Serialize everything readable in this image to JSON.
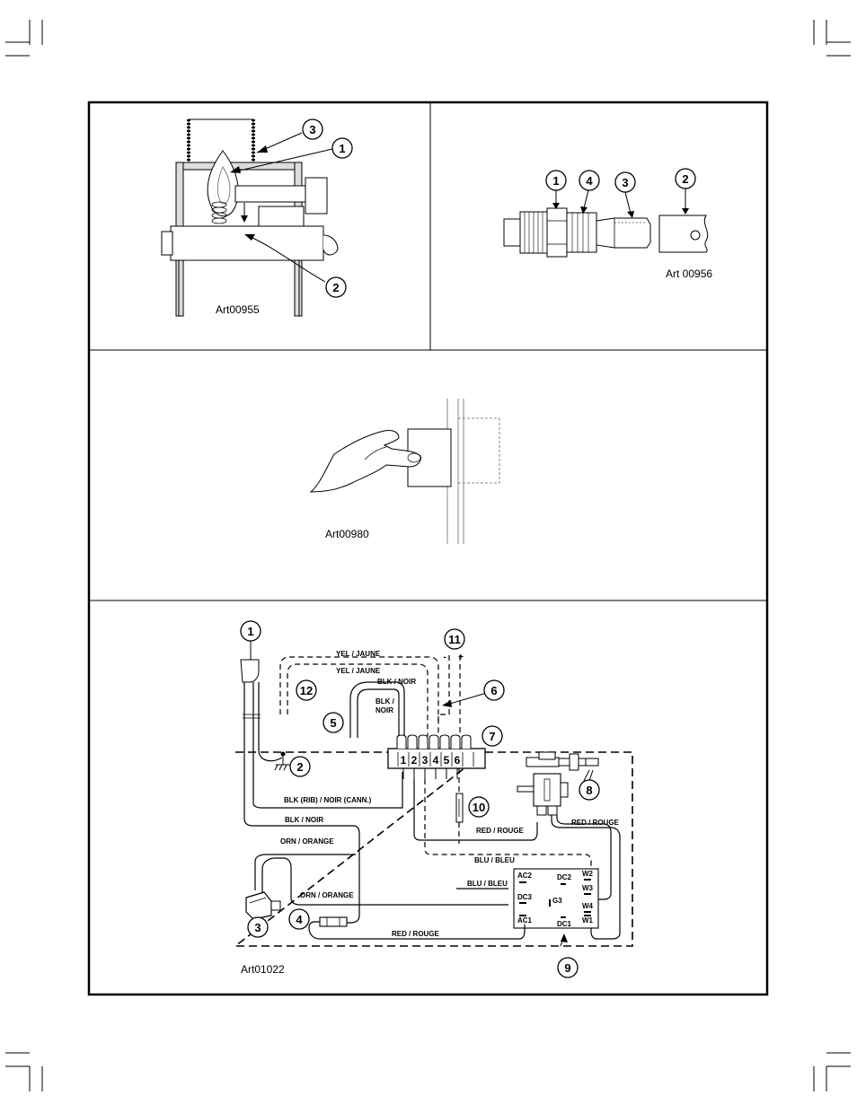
{
  "panels": {
    "burner": {
      "art_code": "Art00955",
      "callouts": [
        "1",
        "2",
        "3"
      ]
    },
    "fitting": {
      "art_code": "Art 00956",
      "callouts": [
        "1",
        "4",
        "3",
        "2"
      ]
    },
    "hand": {
      "art_code": "Art00980"
    },
    "wiring": {
      "art_code": "Art01022",
      "callouts": [
        "1",
        "2",
        "3",
        "4",
        "5",
        "6",
        "7",
        "8",
        "9",
        "10",
        "11",
        "12"
      ],
      "terminal_numbers": [
        "1",
        "2",
        "3",
        "4",
        "5",
        "6"
      ],
      "polarity": {
        "minus": "-",
        "plus": "+"
      },
      "wire_labels": {
        "yel_1": "YEL / JAUNE",
        "yel_2": "YEL / JAUNE",
        "blk_noir_top": "BLK / NOIR",
        "blk_noir_split_1": "BLK /",
        "blk_noir_split_2": "NOIR",
        "blk_rib": "BLK (RIB) / NOIR (CANN.)",
        "blk_noir": "BLK / NOIR",
        "orn_1": "ORN / ORANGE",
        "orn_2": "ORN / ORANGE",
        "red_1": "RED / ROUGE",
        "red_2": "RED / ROUGE",
        "red_3": "RED / ROUGE",
        "blu_1": "BLU / BLEU",
        "blu_2": "BLU / BLEU"
      },
      "board_terminals": {
        "ac2": "AC2",
        "dc2": "DC2",
        "w2": "W2",
        "w3": "W3",
        "dc3": "DC3",
        "g3": "G3",
        "w4": "W4",
        "ac1": "AC1",
        "dc1": "DC1",
        "w1": "W1"
      }
    }
  }
}
